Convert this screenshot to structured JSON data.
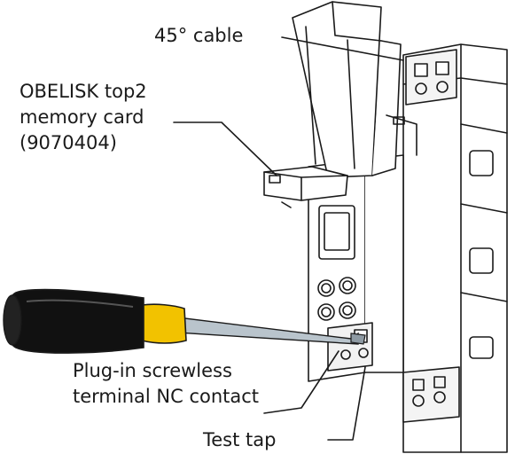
{
  "labels": {
    "cable": "45° cable",
    "memory_card": {
      "line1": "OBELISK top2",
      "line2": "memory card",
      "line3": "(9070404)"
    },
    "terminal": {
      "line1": "Plug-in screwless",
      "line2": "terminal NC contact"
    },
    "test_tap": "Test tap"
  },
  "colors": {
    "outline": "#1a1a1a",
    "device_fill": "#ffffff",
    "screwdriver_handle": "#111111",
    "screwdriver_band": "#f2c200",
    "screwdriver_shaft": "#b9c4cc"
  }
}
